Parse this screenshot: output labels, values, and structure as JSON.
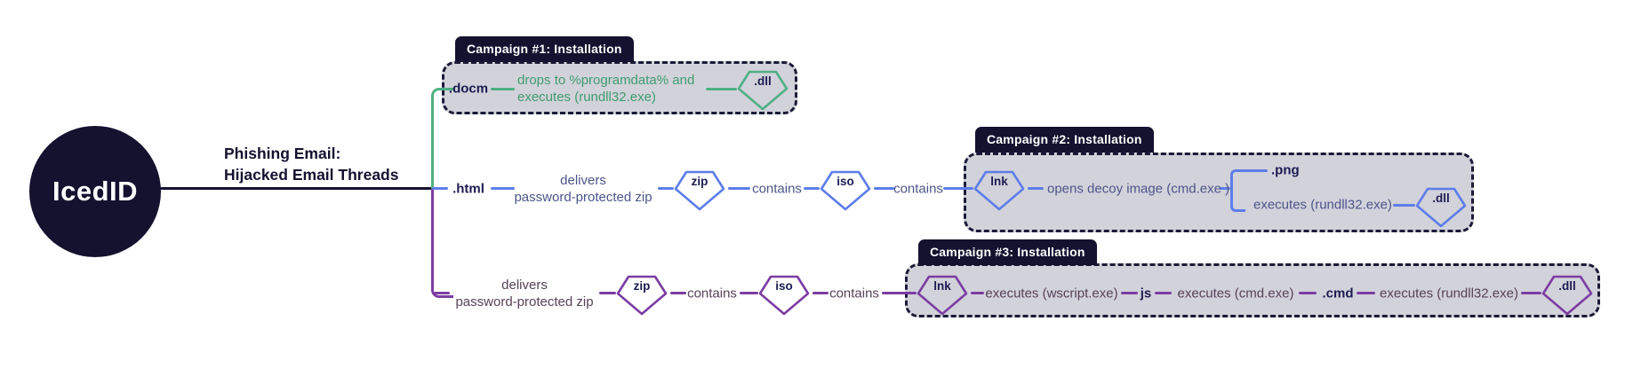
{
  "colors": {
    "navy": "#14122f",
    "box-fill": "#d2d2db",
    "box-border": "#1b1a38",
    "green-line": "#4fb083",
    "green-text": "#3f9c6e",
    "blue-line": "#5d7de9",
    "blue-text": "#4d5588",
    "purple-line": "#7c3da2",
    "purple-text": "#564257",
    "file-label": "#1c1c52",
    "tab-bg": "#14122f",
    "tab-text": "#ffffff"
  },
  "root": {
    "label": "IcedID"
  },
  "phishing": {
    "line1": "Phishing Email:",
    "line2": "Hijacked Email Threads"
  },
  "campaign1": {
    "title": "Campaign #1: Installation",
    "source_file": ".docm",
    "action_line1": "drops to %programdata% and",
    "action_line2": "executes (rundll32.exe)",
    "payload": ".dll"
  },
  "campaign2": {
    "title": "Campaign #2: Installation",
    "source_file": ".html",
    "delivers_line1": "delivers",
    "delivers_line2": "password-protected zip",
    "archive": "zip",
    "contains1": "contains",
    "disk_image": "iso",
    "contains2": "contains",
    "shortcut": "lnk",
    "opens": "opens decoy image (cmd.exe )",
    "decoy_file": ".png",
    "executes": "executes (rundll32.exe)",
    "payload": ".dll"
  },
  "campaign3": {
    "title": "Campaign #3: Installation",
    "delivers_line1": "delivers",
    "delivers_line2": "password-protected zip",
    "archive": "zip",
    "contains1": "contains",
    "disk_image": "iso",
    "contains2": "contains",
    "shortcut": "lnk",
    "exec_wscript": "executes (wscript.exe)",
    "script_file": "js",
    "exec_cmd": "executes (cmd.exe)",
    "cmd_file": ".cmd",
    "exec_rundll": "executes (rundll32.exe)",
    "payload": ".dll"
  }
}
